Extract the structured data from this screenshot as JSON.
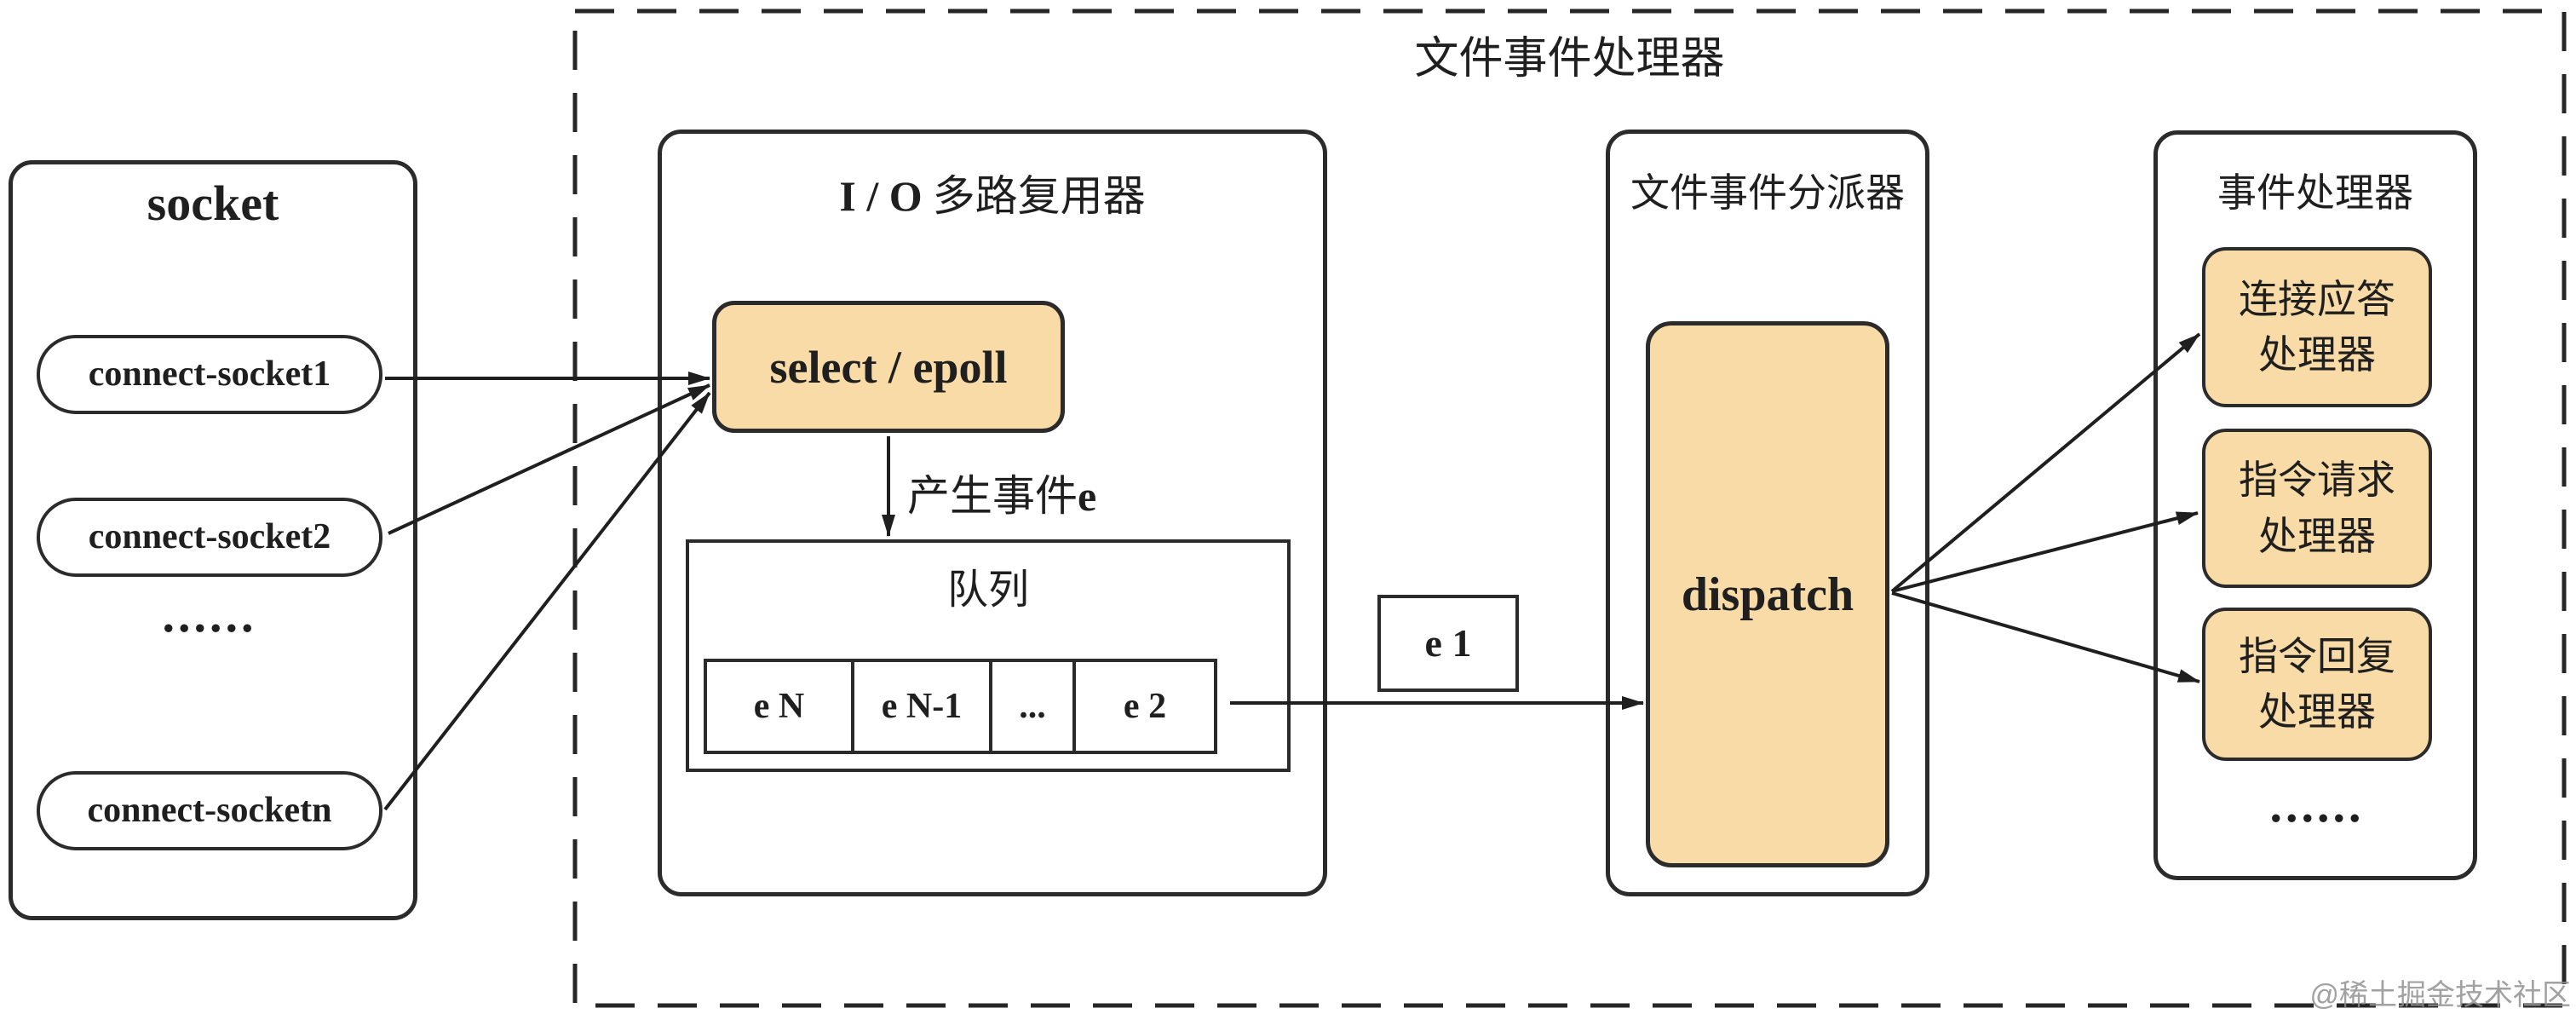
{
  "diagram": {
    "title": "文件事件处理器",
    "watermark": "@稀土掘金技术社区",
    "colors": {
      "box_fill": "#F8DBA6",
      "stroke": "#2b2b2b",
      "watermark_gray": "#919191"
    },
    "socket_panel": {
      "title": "socket",
      "sockets": [
        "connect-socket1",
        "connect-socket2",
        "connect-socketn"
      ],
      "ellipsis": "......"
    },
    "io_panel": {
      "title_en": "I / O",
      "title_zh": "多路复用器",
      "selector": "select / epoll",
      "produce_label_zh": "产生事件",
      "produce_label_en": "e",
      "queue_title": "队列",
      "queue_cells": [
        "e N",
        "e N-1",
        "...",
        "e 2"
      ]
    },
    "event_item": "e 1",
    "dispatcher_panel": {
      "title": "文件事件分派器",
      "dispatch": "dispatch"
    },
    "handler_panel": {
      "title": "事件处理器",
      "handlers": [
        {
          "line1": "连接应答",
          "line2": "处理器"
        },
        {
          "line1": "指令请求",
          "line2": "处理器"
        },
        {
          "line1": "指令回复",
          "line2": "处理器"
        }
      ],
      "ellipsis": "......"
    }
  }
}
